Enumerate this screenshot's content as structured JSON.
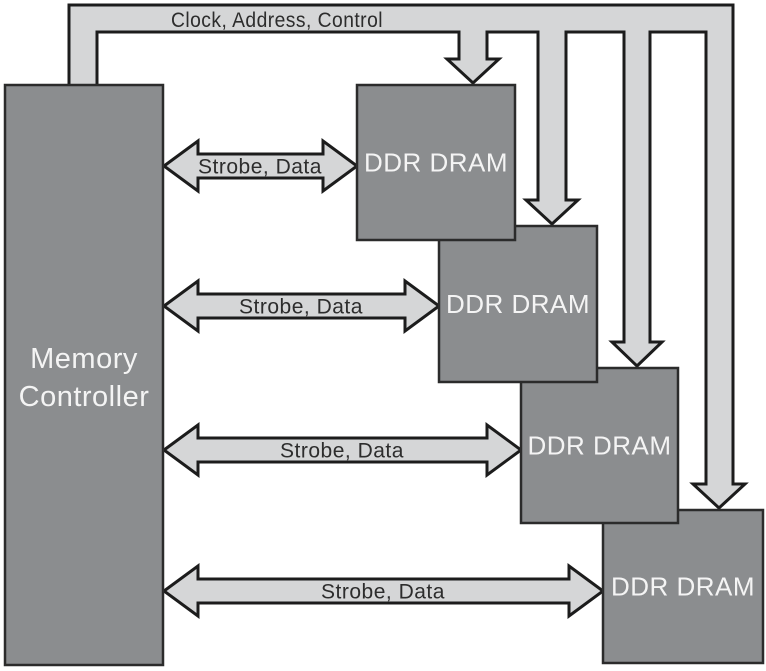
{
  "bus": {
    "label": "Clock, Address, Control"
  },
  "controller": {
    "label_line1": "Memory",
    "label_line2": "Controller"
  },
  "dram_modules": [
    {
      "label": "DDR DRAM"
    },
    {
      "label": "DDR DRAM"
    },
    {
      "label": "DDR DRAM"
    },
    {
      "label": "DDR DRAM"
    }
  ],
  "data_links": [
    {
      "label": "Strobe, Data"
    },
    {
      "label": "Strobe, Data"
    },
    {
      "label": "Strobe, Data"
    },
    {
      "label": "Strobe, Data"
    }
  ],
  "colors": {
    "background": "#ffffff",
    "block_fill": "#8b8d8f",
    "block_stroke": "#2b2b2b",
    "bus_fill": "#d5d6d7",
    "bus_stroke": "#1c1c1c",
    "block_text": "#f4f4f4",
    "bus_text": "#2d2d2d"
  }
}
